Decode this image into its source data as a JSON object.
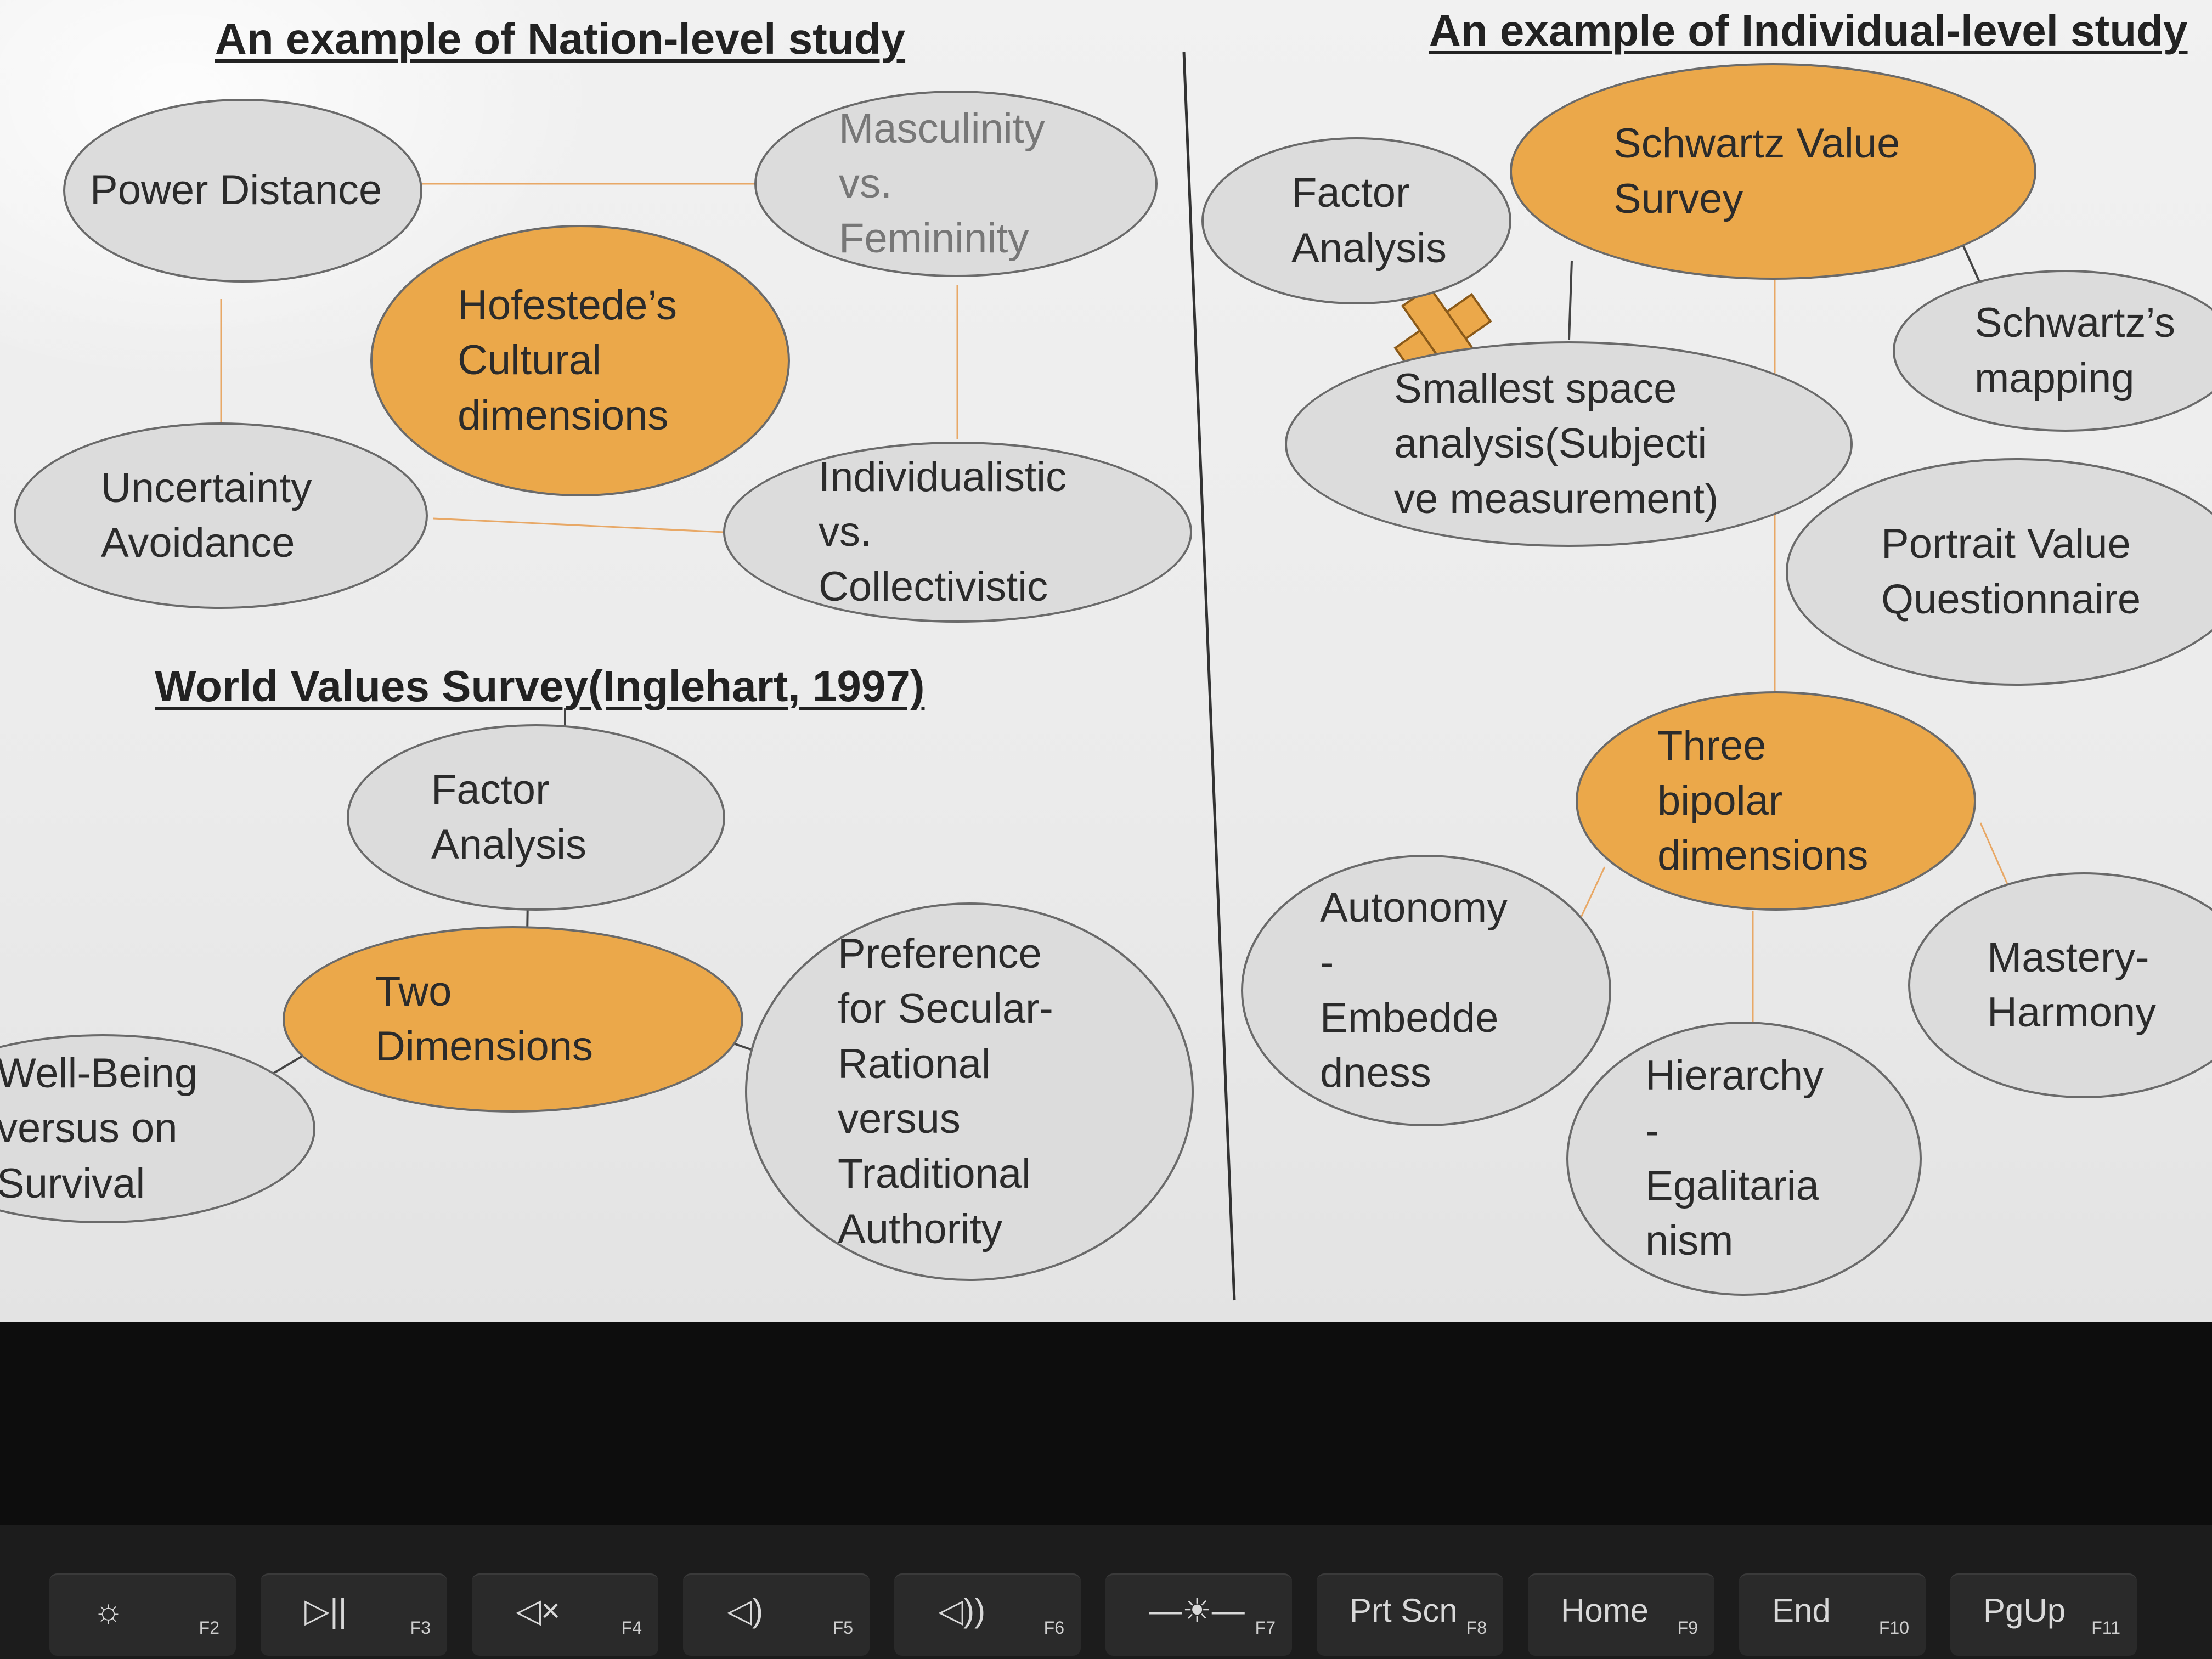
{
  "headings": {
    "nation": "An example of Nation-level study",
    "individual": "An example of Individual-level study",
    "wvs": "World Values Survey(Inglehart, 1997)"
  },
  "nodes": {
    "power_distance": "Power Distance",
    "masculinity": "Masculinity\nvs.\nFemininity",
    "hofstede": "Hofestede’s\nCultural\ndimensions",
    "uncertainty": "Uncertainty\nAvoidance",
    "individualistic": "Individualistic\nvs.\nCollectivistic",
    "factor_left": "Factor\nAnalysis",
    "two_dimensions": "Two\nDimensions",
    "wellbeing": "Well-Being\nversus on\nSurvival",
    "secular": "Preference\nfor Secular-\nRational\nversus\nTraditional\nAuthority",
    "factor_right": "Factor\nAnalysis",
    "schwartz_survey": "Schwartz Value\nSurvey",
    "schwartz_mapping": "Schwartz’s\nmapping",
    "smallest_space": "Smallest space\nanalysis(Subjecti\nve measurement)",
    "portrait": "Portrait Value\nQuestionnaire",
    "three_bipolar": "Three\nbipolar\ndimensions",
    "autonomy": "Autonomy\n-\nEmbedde\ndness",
    "mastery": "Mastery-\nHarmony",
    "hierarchy": "Hierarchy\n-\nEgalitaria\nnism"
  },
  "keys": [
    {
      "label": "☼",
      "fn": "F2"
    },
    {
      "label": "▷||",
      "fn": "F3"
    },
    {
      "label": "◁×",
      "fn": "F4"
    },
    {
      "label": "◁)",
      "fn": "F5"
    },
    {
      "label": "◁))",
      "fn": "F6"
    },
    {
      "label": "—☀—",
      "fn": "F7"
    },
    {
      "label": "Prt Scn",
      "fn": "F8"
    },
    {
      "label": "Home",
      "fn": "F9"
    },
    {
      "label": "End",
      "fn": "F10"
    },
    {
      "label": "PgUp",
      "fn": "F11"
    }
  ],
  "colors": {
    "hub_fill": "#eba84a",
    "node_fill": "#dcdcdc",
    "connector_orange": "#e8a866",
    "connector_dark": "#444444"
  }
}
